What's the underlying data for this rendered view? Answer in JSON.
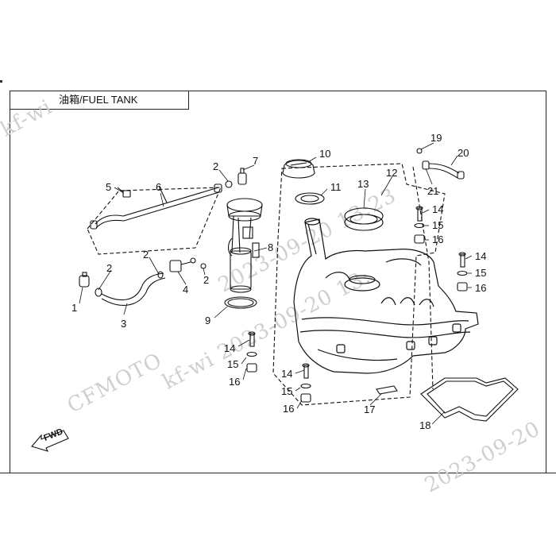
{
  "title": "油箱/FUEL TANK",
  "watermarks": [
    "kf-wi",
    "2023-09-20 13:23",
    "CFMOTO",
    "kf-wi 2023-09-20 13:",
    "2023-09-20"
  ],
  "fwd_label": "FWD",
  "callouts": {
    "c1": "1",
    "c2a": "2",
    "c2b": "2",
    "c2c": "2",
    "c2d": "2",
    "c3": "3",
    "c4": "4",
    "c5": "5",
    "c6": "6",
    "c7": "7",
    "c8": "8",
    "c9": "9",
    "c10": "10",
    "c11": "11",
    "c12": "12",
    "c13": "13",
    "c14a": "14",
    "c14b": "14",
    "c14c": "14",
    "c14d": "14",
    "c15a": "15",
    "c15b": "15",
    "c15c": "15",
    "c15d": "15",
    "c16a": "16",
    "c16b": "16",
    "c16c": "16",
    "c16d": "16",
    "c17": "17",
    "c18": "18",
    "c19": "19",
    "c20": "20",
    "c21": "21"
  }
}
